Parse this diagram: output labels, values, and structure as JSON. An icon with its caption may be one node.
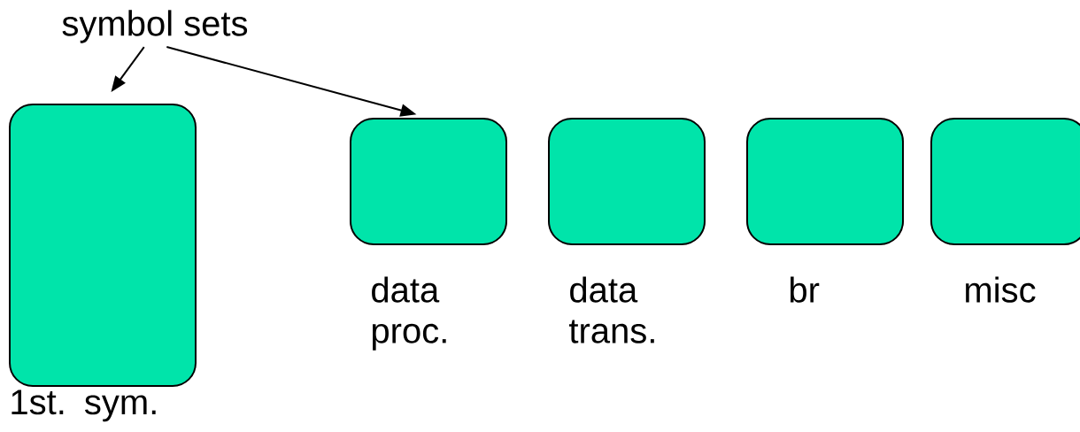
{
  "diagram": {
    "nodes": [
      {
        "text": [
          "symbol sets"
        ]
      },
      {
        "text": [],
        "shape": "box",
        "beside": [
          "1st. sym."
        ]
      },
      {
        "text": [],
        "shape": "box",
        "beside": [
          "data proc."
        ]
      },
      {
        "text": [],
        "shape": "box",
        "beside": [
          "data trans."
        ]
      },
      {
        "text": [],
        "shape": "box",
        "beside": [
          "br"
        ]
      },
      {
        "text": [],
        "shape": "box",
        "beside": [
          "misc"
        ]
      }
    ],
    "edges": [
      {
        "from": 0,
        "to": 1,
        "arrow": "to"
      },
      {
        "from": 0,
        "to": 2,
        "arrow": "to"
      }
    ]
  }
}
